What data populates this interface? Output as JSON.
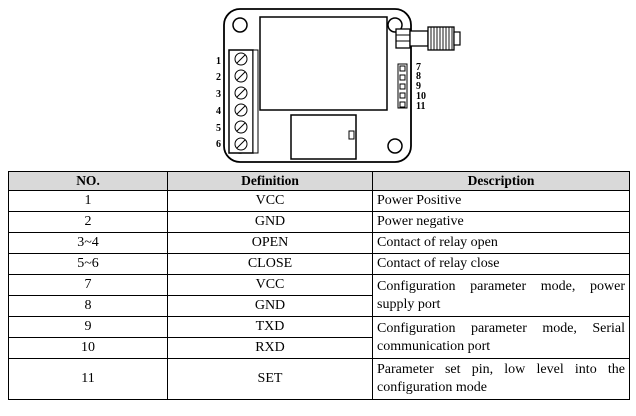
{
  "diagram": {
    "left_pins": [
      "1",
      "2",
      "3",
      "4",
      "5",
      "6"
    ],
    "right_pins": [
      "7",
      "8",
      "9",
      "10",
      "11"
    ]
  },
  "table": {
    "headers": [
      "NO.",
      "Definition",
      "Description"
    ],
    "rows": [
      {
        "no": "1",
        "def": "VCC",
        "desc": "Power Positive"
      },
      {
        "no": "2",
        "def": "GND",
        "desc": "Power negative"
      },
      {
        "no": "3~4",
        "def": "OPEN",
        "desc": "Contact of relay open"
      },
      {
        "no": "5~6",
        "def": "CLOSE",
        "desc": "Contact of relay close"
      },
      {
        "no": "7",
        "def": "VCC",
        "desc": "Configuration parameter mode, power supply port"
      },
      {
        "no": "8",
        "def": "GND"
      },
      {
        "no": "9",
        "def": "TXD",
        "desc": "Configuration parameter mode, Serial communication port"
      },
      {
        "no": "10",
        "def": "RXD"
      },
      {
        "no": "11",
        "def": "SET",
        "desc": "Parameter set pin, low level into the configuration mode"
      }
    ]
  }
}
